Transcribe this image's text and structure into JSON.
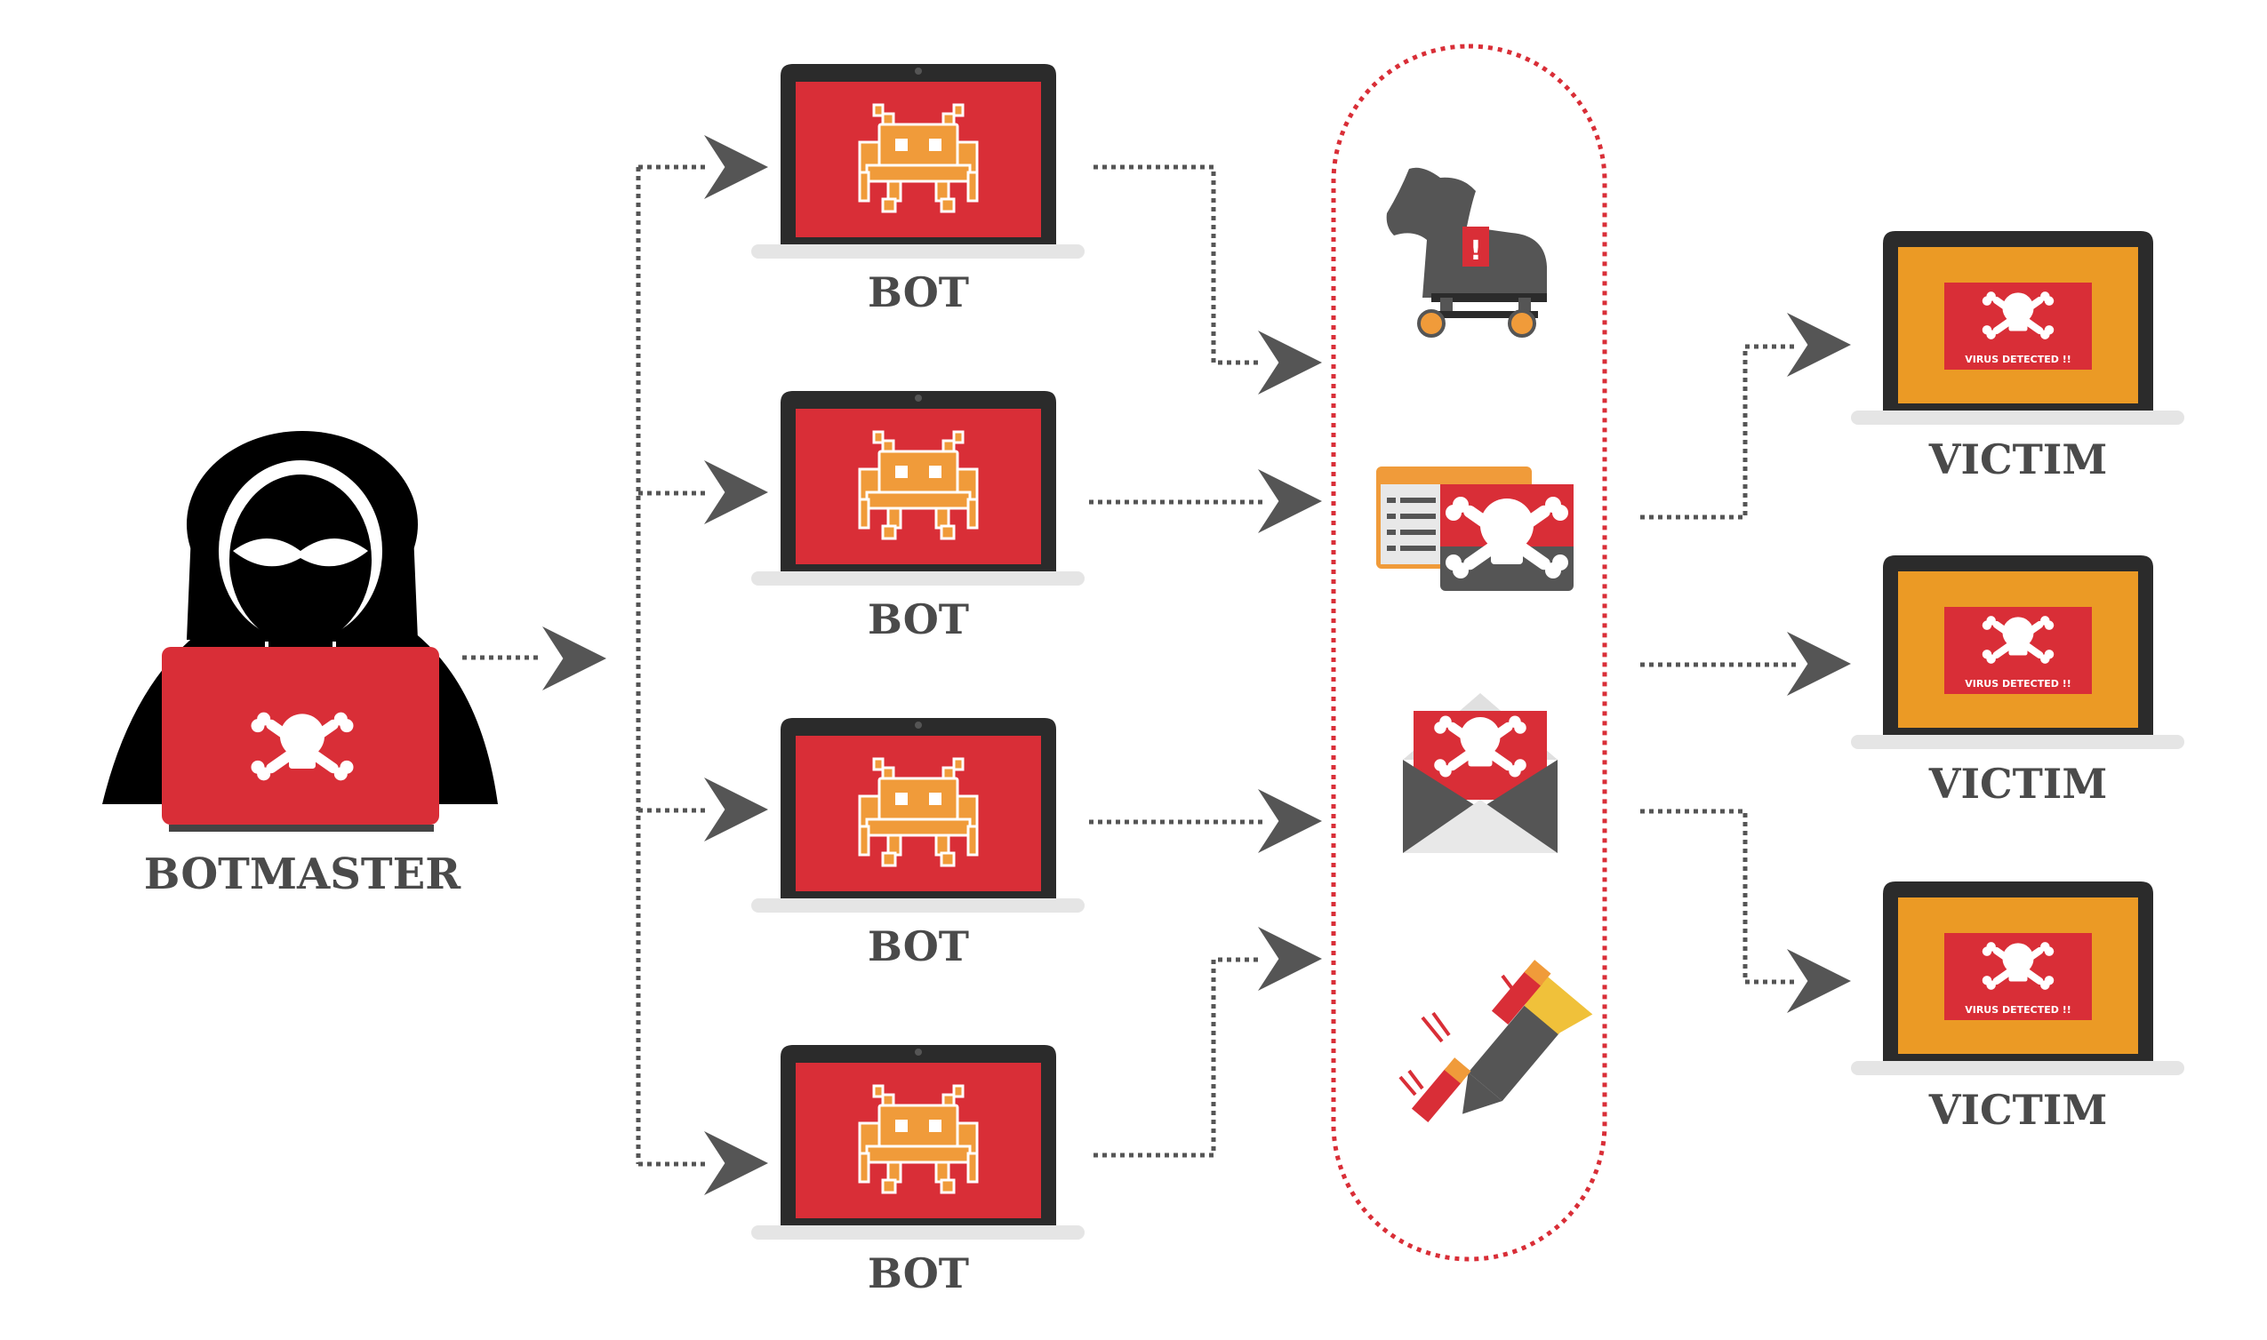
{
  "labels": {
    "botmaster": "BOTMASTER",
    "bots": [
      "BOT",
      "BOT",
      "BOT",
      "BOT"
    ],
    "victims": [
      "VICTIM",
      "VICTIM",
      "VICTIM"
    ],
    "victim_screen_text": "VIRUS DETECTED !!"
  },
  "colors": {
    "red": "#d92e37",
    "orange": "#f09b3a",
    "victim_orange": "#eb9a25",
    "dark": "#2b2b2b",
    "arrow": "#555555",
    "dotted_border": "#d92e37",
    "label": "#4a4a4a"
  },
  "icons": {
    "attacker": "hooded-hacker-icon",
    "bot": "space-invader-icon",
    "victim": "skull-crossbones-icon",
    "attacks": [
      "trojan-horse-icon",
      "malware-window-icon",
      "phishing-email-icon",
      "missile-icon"
    ]
  }
}
